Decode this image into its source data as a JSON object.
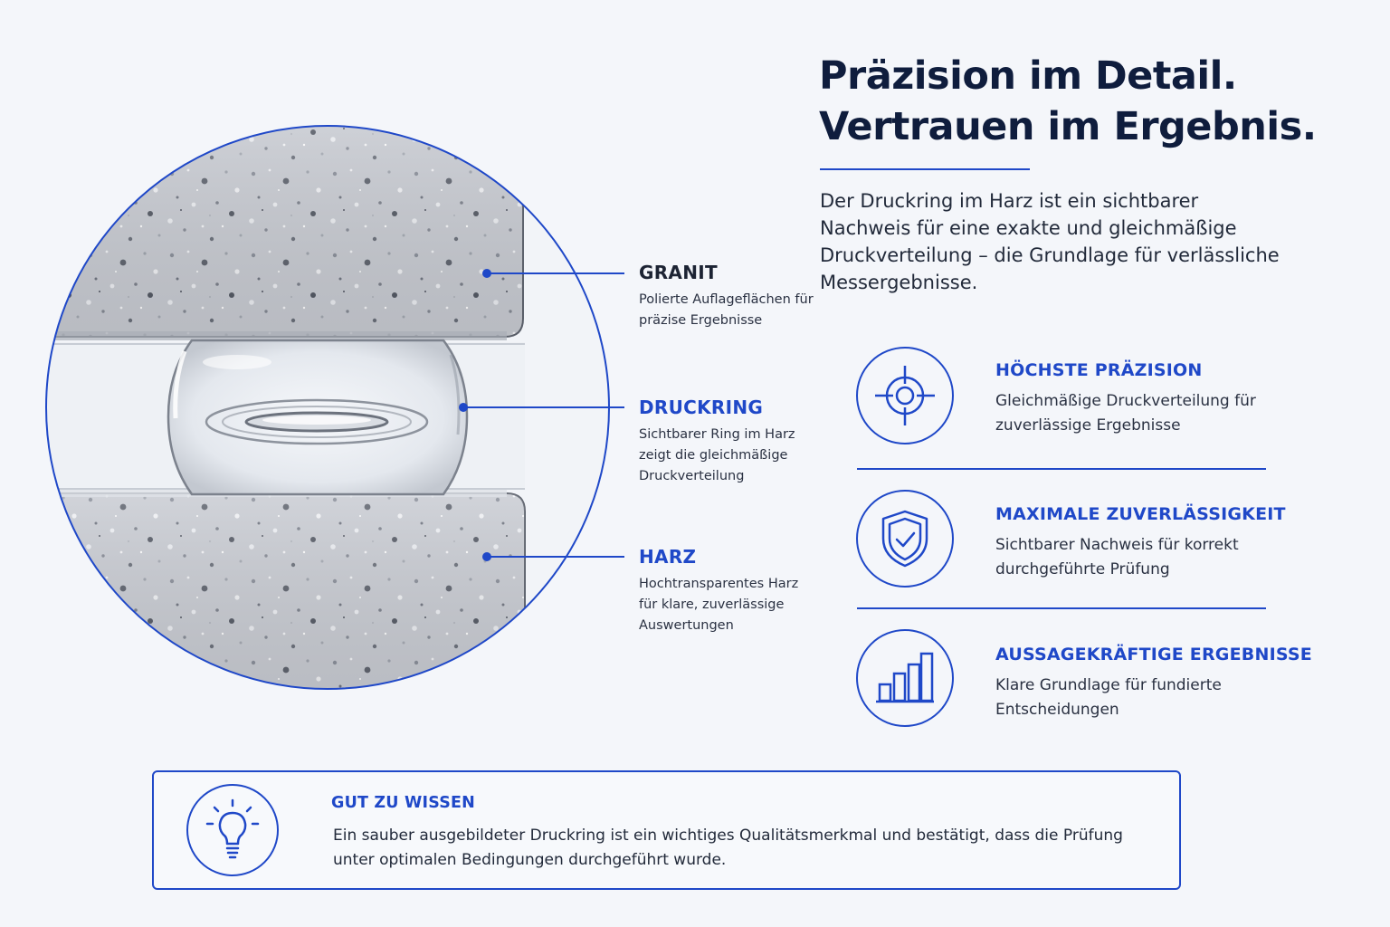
{
  "headline": {
    "line1": "Präzision im Detail.",
    "line2": "Vertrauen im Ergebnis."
  },
  "intro": "Der Druckring im Harz ist ein sichtbarer Nachweis für eine exakte und gleichmäßige Druckverteilung – die Grundlage für verlässliche Messergebnisse.",
  "callouts": [
    {
      "title": "GRANIT",
      "description": "Polierte Auflageflächen für präzise Ergebnisse"
    },
    {
      "title": "DRUCKRING",
      "description": "Sichtbarer Ring im Harz zeigt die gleichmäßige Druckverteilung"
    },
    {
      "title": "HARZ",
      "description": "Hochtransparentes Harz für klare, zuverlässige Auswertungen"
    }
  ],
  "features": [
    {
      "title": "HÖCHSTE PRÄZISION",
      "description": "Gleichmäßige Druckverteilung für zuverlässige Ergebnisse",
      "icon": "crosshair-icon"
    },
    {
      "title": "MAXIMALE ZUVERLÄSSIGKEIT",
      "description": "Sichtbarer Nachweis für korrekt durchgeführte Prüfung",
      "icon": "shield-check-icon"
    },
    {
      "title": "AUSSAGEKRÄFTIGE ERGEBNISSE",
      "description": "Klare Grundlage für fundierte Entscheidungen",
      "icon": "bar-chart-icon"
    }
  ],
  "info": {
    "title": "GUT ZU WISSEN",
    "text": "Ein sauber ausgebildeter Druckring ist ein wichtiges Qualitätsmerkmal und bestätigt, dass die Prüfung unter optimalen Bedingungen durchgeführt wurde.",
    "icon": "lightbulb-icon"
  },
  "colors": {
    "accent": "#1f48c8",
    "heading": "#0f1d3d",
    "background": "#f4f6fa",
    "granite": "#c9ccd3"
  }
}
